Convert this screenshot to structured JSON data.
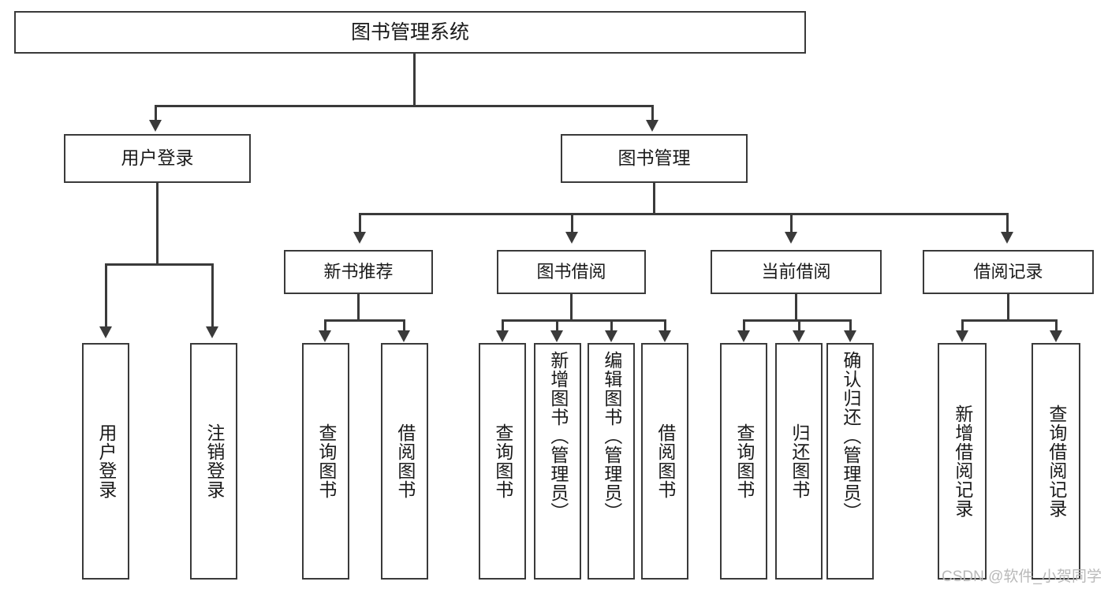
{
  "diagram": {
    "title": "图书管理系统",
    "type": "tree",
    "root": {
      "label": "图书管理系统"
    },
    "level1": [
      {
        "id": "user-login",
        "label": "用户登录"
      },
      {
        "id": "book-manage",
        "label": "图书管理"
      }
    ],
    "level2": [
      {
        "id": "new-book-recommend",
        "label": "新书推荐",
        "parent": "book-manage"
      },
      {
        "id": "book-borrow",
        "label": "图书借阅",
        "parent": "book-manage"
      },
      {
        "id": "current-borrow",
        "label": "当前借阅",
        "parent": "book-manage"
      },
      {
        "id": "borrow-record",
        "label": "借阅记录",
        "parent": "book-manage"
      }
    ],
    "leaves": [
      {
        "id": "leaf-user-login",
        "label": "用户登录",
        "parent": "user-login"
      },
      {
        "id": "leaf-user-logout",
        "label": "注销登录",
        "parent": "user-login"
      },
      {
        "id": "leaf-rec-query-book",
        "label": "查询图书",
        "parent": "new-book-recommend"
      },
      {
        "id": "leaf-rec-borrow-book",
        "label": "借阅图书",
        "parent": "new-book-recommend"
      },
      {
        "id": "leaf-bb-query-book",
        "label": "查询图书",
        "parent": "book-borrow"
      },
      {
        "id": "leaf-bb-add-book",
        "label": "新增图书（管理员）",
        "parent": "book-borrow"
      },
      {
        "id": "leaf-bb-edit-book",
        "label": "编辑图书（管理员）",
        "parent": "book-borrow"
      },
      {
        "id": "leaf-bb-borrow-book",
        "label": "借阅图书",
        "parent": "book-borrow"
      },
      {
        "id": "leaf-cb-query-book",
        "label": "查询图书",
        "parent": "current-borrow"
      },
      {
        "id": "leaf-cb-return-book",
        "label": "归还图书",
        "parent": "current-borrow"
      },
      {
        "id": "leaf-cb-confirm-return",
        "label": "确认归还（管理员）",
        "parent": "current-borrow"
      },
      {
        "id": "leaf-br-add-record",
        "label": "新增借阅记录",
        "parent": "borrow-record"
      },
      {
        "id": "leaf-br-query-record",
        "label": "查询借阅记录",
        "parent": "borrow-record"
      }
    ],
    "colors": {
      "box_border": "#3a3a3a",
      "box_fill": "#ffffff",
      "connector": "#3a3a3a",
      "text": "#1a1a1a",
      "watermark": "#b9b9b9"
    }
  },
  "watermark": {
    "text": "CSDN @软件_小贺同学"
  }
}
